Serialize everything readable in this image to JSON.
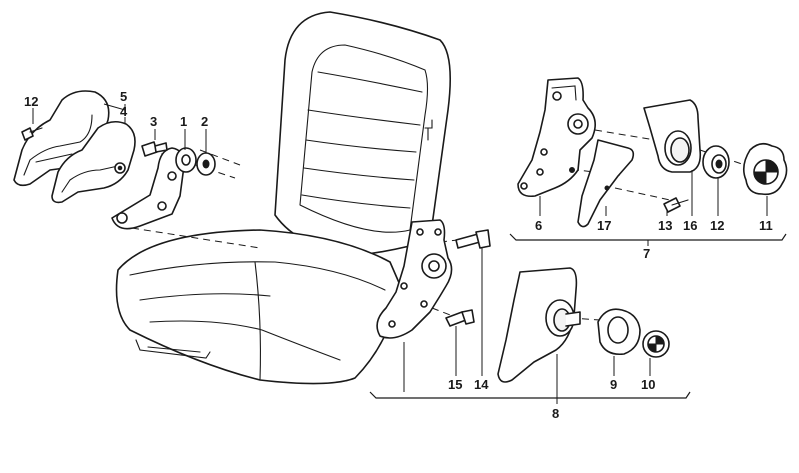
{
  "callouts": {
    "c12a": "12",
    "c5": "5",
    "c4": "4",
    "c3": "3",
    "c1": "1",
    "c2": "2",
    "c6": "6",
    "c17": "17",
    "c13": "13",
    "c16": "16",
    "c12b": "12",
    "c11": "11",
    "c7": "7",
    "c15": "15",
    "c14": "14",
    "c9": "9",
    "c10": "10",
    "c8": "8"
  },
  "colors": {
    "ink": "#1a1a1a",
    "paper": "#ffffff"
  }
}
